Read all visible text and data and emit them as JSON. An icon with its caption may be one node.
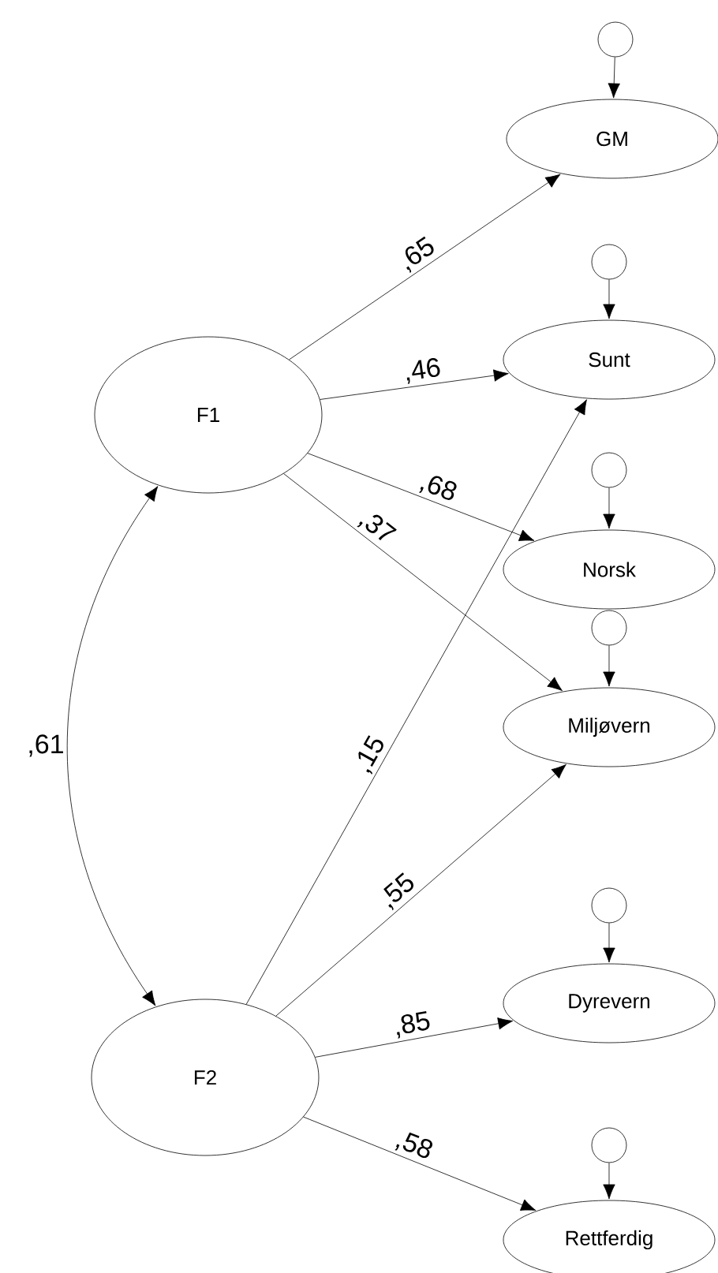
{
  "diagram": {
    "nodes": [
      {
        "text": [
          "F1"
        ]
      },
      {
        "text": [
          "F2"
        ]
      },
      {
        "text": [
          "GM"
        ]
      },
      {
        "text": [
          "Sunt"
        ]
      },
      {
        "text": [
          "Norsk"
        ]
      },
      {
        "text": [
          "Miljøvern"
        ]
      },
      {
        "text": [
          "Dyrevern"
        ]
      },
      {
        "text": [
          "Rettferdig"
        ]
      },
      {
        "text": [],
        "shape": "circle"
      },
      {
        "text": [],
        "shape": "circle"
      },
      {
        "text": [],
        "shape": "circle"
      },
      {
        "text": [],
        "shape": "circle"
      },
      {
        "text": [],
        "shape": "circle"
      },
      {
        "text": [],
        "shape": "circle"
      }
    ],
    "edges": [
      {
        "from": 0,
        "to": 1,
        "arrow": "both",
        "label": ",61"
      },
      {
        "from": 0,
        "to": 2,
        "arrow": "to",
        "label": ",65"
      },
      {
        "from": 0,
        "to": 3,
        "arrow": "to",
        "label": ",46"
      },
      {
        "from": 0,
        "to": 4,
        "arrow": "to",
        "label": ",68"
      },
      {
        "from": 0,
        "to": 5,
        "arrow": "to",
        "label": ",37"
      },
      {
        "from": 1,
        "to": 3,
        "arrow": "to",
        "label": ",15"
      },
      {
        "from": 1,
        "to": 5,
        "arrow": "to",
        "label": ",55"
      },
      {
        "from": 1,
        "to": 6,
        "arrow": "to",
        "label": ",85"
      },
      {
        "from": 1,
        "to": 7,
        "arrow": "to",
        "label": ",58"
      },
      {
        "from": 8,
        "to": 2,
        "arrow": "to"
      },
      {
        "from": 9,
        "to": 3,
        "arrow": "to"
      },
      {
        "from": 10,
        "to": 4,
        "arrow": "to"
      },
      {
        "from": 11,
        "to": 5,
        "arrow": "to"
      },
      {
        "from": 12,
        "to": 6,
        "arrow": "to"
      },
      {
        "from": 13,
        "to": 7,
        "arrow": "to"
      }
    ]
  }
}
